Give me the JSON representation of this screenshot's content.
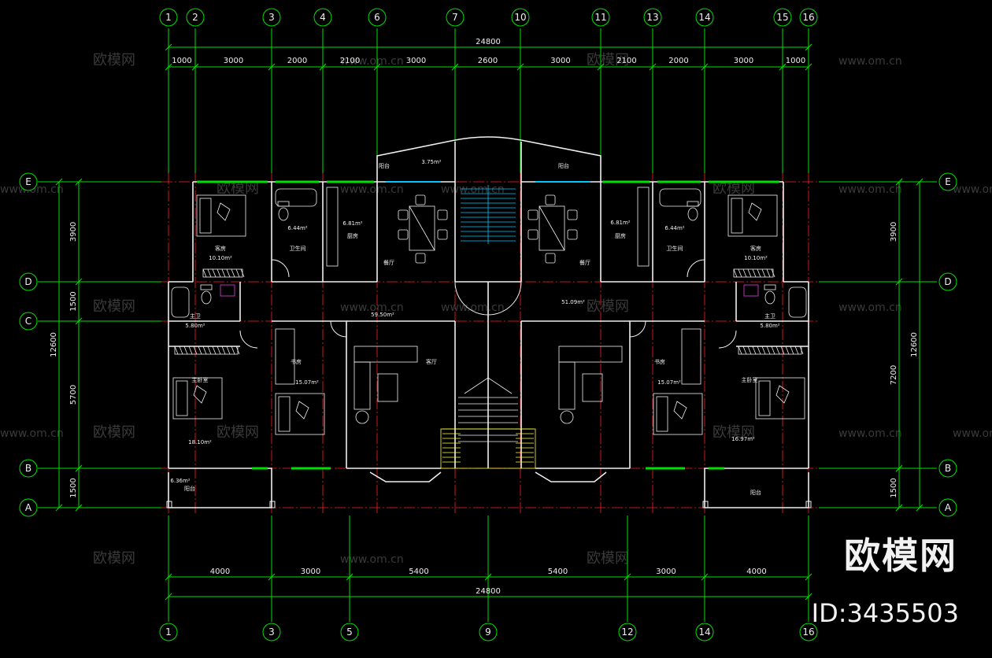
{
  "axes": {
    "top": [
      "1",
      "2",
      "3",
      "4",
      "6",
      "7",
      "10",
      "11",
      "13",
      "14",
      "15",
      "16"
    ],
    "bottom": [
      "1",
      "3",
      "5",
      "9",
      "12",
      "14",
      "16"
    ],
    "left": [
      "E",
      "D",
      "C",
      "B",
      "A"
    ],
    "right": [
      "E",
      "D",
      "B",
      "A"
    ]
  },
  "dims": {
    "top_total": "24800",
    "top": [
      "1000",
      "3000",
      "2000",
      "2100",
      "3000",
      "2600",
      "3000",
      "2100",
      "2000",
      "3000",
      "1000"
    ],
    "bottom": [
      "4000",
      "3000",
      "5400",
      "5400",
      "3000",
      "4000"
    ],
    "bottom_total": "24800",
    "left": [
      "3900",
      "1500",
      "5700",
      "1500"
    ],
    "left_total": "12600",
    "right": [
      "3900",
      "7200",
      "1500"
    ],
    "right_total": "12600"
  },
  "rooms": [
    {
      "name": "阳台",
      "area": "3.75m²"
    },
    {
      "name": "阳台",
      "area": ""
    },
    {
      "name": "客房",
      "area": "10.10m²"
    },
    {
      "name": "卫生间",
      "area": "6.44m²"
    },
    {
      "name": "厨房",
      "area": "6.81m²"
    },
    {
      "name": "餐厅",
      "area": ""
    },
    {
      "name": "餐厅",
      "area": ""
    },
    {
      "name": "厨房",
      "area": "6.81m²"
    },
    {
      "name": "卫生间",
      "area": "6.44m²"
    },
    {
      "name": "客房",
      "area": "10.10m²"
    },
    {
      "name": "主卫",
      "area": "5.80m²"
    },
    {
      "name": "",
      "area": "59.50m²"
    },
    {
      "name": "",
      "area": "51.09m²"
    },
    {
      "name": "主卫",
      "area": "5.80m²"
    },
    {
      "name": "书房",
      "area": "15.07m²"
    },
    {
      "name": "客厅",
      "area": ""
    },
    {
      "name": "书房",
      "area": "15.07m²"
    },
    {
      "name": "主卧室",
      "area": "18.10m²"
    },
    {
      "name": "主卧室",
      "area": "16.97m²"
    },
    {
      "name": "阳台",
      "area": "6.36m²"
    },
    {
      "name": "阳台",
      "area": ""
    }
  ],
  "watermark": {
    "text": "欧模网",
    "url": "www.om.cn"
  },
  "logo": {
    "text": "欧模网",
    "id": "ID:3435503"
  }
}
